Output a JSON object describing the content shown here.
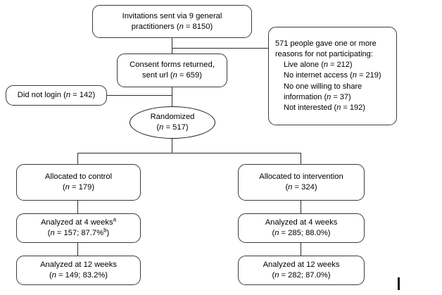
{
  "diagram": {
    "title": "CONSORT participant flow diagram",
    "nodes": {
      "invitations": {
        "line1": "Invitations sent via 9 general",
        "line2_pre": "practitioners (",
        "line2_var": "n",
        "line2_post": " = 8150)"
      },
      "consent": {
        "line1": "Consent forms returned,",
        "line2_pre": "sent url (",
        "line2_var": "n",
        "line2_post": " = 659)"
      },
      "did_not_login": {
        "pre": "Did not login (",
        "var": "n",
        "post": " = 142)"
      },
      "randomized": {
        "line1": "Randomized",
        "line2_pre": "(",
        "line2_var": "n",
        "line2_post": " = 517)"
      },
      "exclusions": {
        "heading1": "571 people gave one or more",
        "heading2": "reasons for not participating:",
        "reasons": [
          {
            "label": "Live alone (",
            "var": "n",
            "post": " = 212)"
          },
          {
            "label": "No internet access (",
            "var": "n",
            "post": " = 219)"
          },
          {
            "label": "No one willing to share",
            "var": "",
            "post": ""
          },
          {
            "label": "information (",
            "var": "n",
            "post": " = 37)"
          },
          {
            "label": "Not interested (",
            "var": "n",
            "post": " = 192)"
          }
        ]
      },
      "allocated_control": {
        "line1": "Allocated to control",
        "line2_pre": "(",
        "line2_var": "n",
        "line2_post": " = 179)"
      },
      "allocated_intervention": {
        "line1": "Allocated to intervention",
        "line2_pre": "(",
        "line2_var": "n",
        "line2_post": " = 324)"
      },
      "control_4w": {
        "line1": "Analyzed at 4 weeks",
        "line1_sup": "a",
        "line2_pre": "(",
        "line2_var": "n",
        "line2_mid": " = 157; 87.7%",
        "line2_sup": "b",
        "line2_post": ")"
      },
      "control_12w": {
        "line1": "Analyzed at 12 weeks",
        "line2_pre": "(",
        "line2_var": "n",
        "line2_post": " = 149; 83.2%)"
      },
      "intervention_4w": {
        "line1": "Analyzed at 4 weeks",
        "line2_pre": "(",
        "line2_var": "n",
        "line2_post": " = 285; 88.0%)"
      },
      "intervention_12w": {
        "line1": "Analyzed at 12 weeks",
        "line2_pre": "(",
        "line2_var": "n",
        "line2_post": " = 282; 87.0%)"
      }
    },
    "colors": {
      "stroke": "#3b3b3b",
      "connector": "#2b2b2b",
      "background": "#ffffff",
      "text": "#000000"
    }
  }
}
